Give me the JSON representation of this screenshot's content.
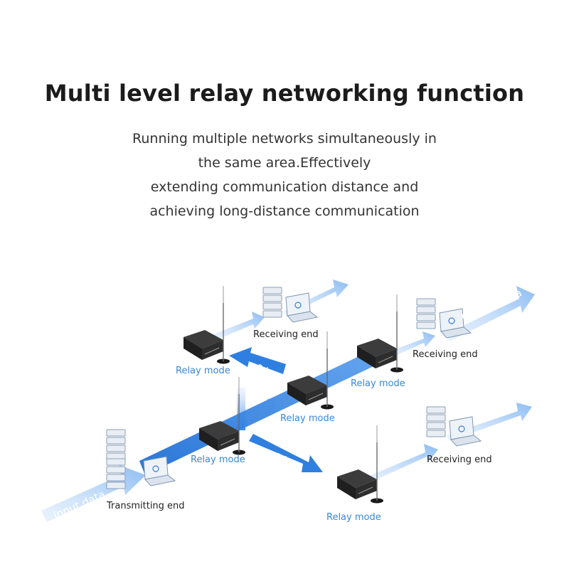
{
  "header": {
    "title": "Multi level relay networking function",
    "subtitle_lines": [
      "Running multiple networks simultaneously in",
      "the same area.Effectively",
      "extending communication distance and",
      "achieving long-distance communication"
    ]
  },
  "diagram": {
    "input_label": "Input data",
    "output_label": "Output data",
    "transmitting_end": "Transmitting end",
    "receiving_end_top": "Receiving end",
    "receiving_end_right": "Receiving end",
    "receiving_end_bottom": "Receiving end",
    "relay_mode_1": "Relay mode",
    "relay_mode_2": "Relay mode",
    "relay_mode_3": "Relay mode",
    "relay_mode_4": "Relay mode",
    "relay_mode_5": "Relay mode",
    "relay_transmission_upper_1": "Relay",
    "relay_transmission_upper_2": "transmission",
    "relay_transmission_lower_1": "Relay",
    "relay_transmission_lower_2": "transmission",
    "colors": {
      "arrow_blue": "#2f7fe0",
      "arrow_light": "#a9ccf5",
      "label_blue": "#3a87d8",
      "device_dark": "#2b2b2b"
    }
  }
}
